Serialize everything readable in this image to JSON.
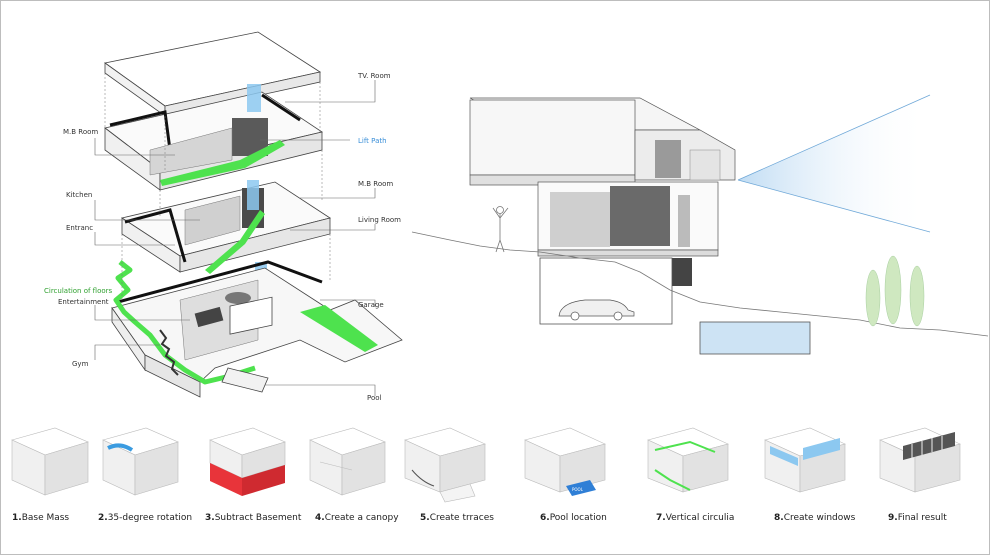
{
  "labels": {
    "tv_room": "TV. Room",
    "lift_path": "Lift Path",
    "mb_room_left": "M.B Room",
    "mb_room_right": "M.B Room",
    "kitchen": "Kitchen",
    "entrance": "Entranc",
    "living_room": "Living Room",
    "circulation": "Circulation of floors",
    "entertainment": "Entertainment",
    "garage": "Garage",
    "gym": "Gym",
    "pool": "Pool"
  },
  "steps": [
    {
      "num": "1.",
      "label": "Base Mass"
    },
    {
      "num": "2.",
      "label": "35-degree rotation"
    },
    {
      "num": "3.",
      "label": "Subtract Basement"
    },
    {
      "num": "4.",
      "label": "Create a canopy"
    },
    {
      "num": "5.",
      "label": "Create trraces"
    },
    {
      "num": "6.",
      "label": "Pool location"
    },
    {
      "num": "7.",
      "label": "Vertical circulia"
    },
    {
      "num": "8.",
      "label": "Create windows"
    },
    {
      "num": "9.",
      "label": "Final result"
    }
  ],
  "pool_tag": "POOL",
  "colors": {
    "green": "#4ee24e",
    "blue": "#8cc8f0",
    "red": "#e8343a",
    "line": "#555555"
  }
}
